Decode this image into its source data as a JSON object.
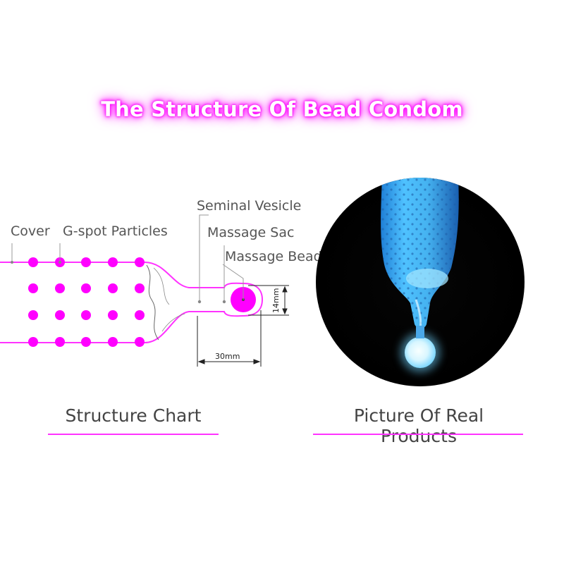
{
  "title": "The Structure Of Bead Condom",
  "labels": {
    "cover": "Cover",
    "gspot": "G-spot Particles",
    "seminal": "Seminal Vesicle",
    "sac": "Massage Sac",
    "bead": "Massage Bead"
  },
  "dimensions": {
    "width": "30mm",
    "height": "14mm"
  },
  "captions": {
    "left": "Structure Chart",
    "right": "Picture Of Real Products"
  },
  "colors": {
    "accent": "#ff33ff",
    "product": "#4fb8f0"
  }
}
